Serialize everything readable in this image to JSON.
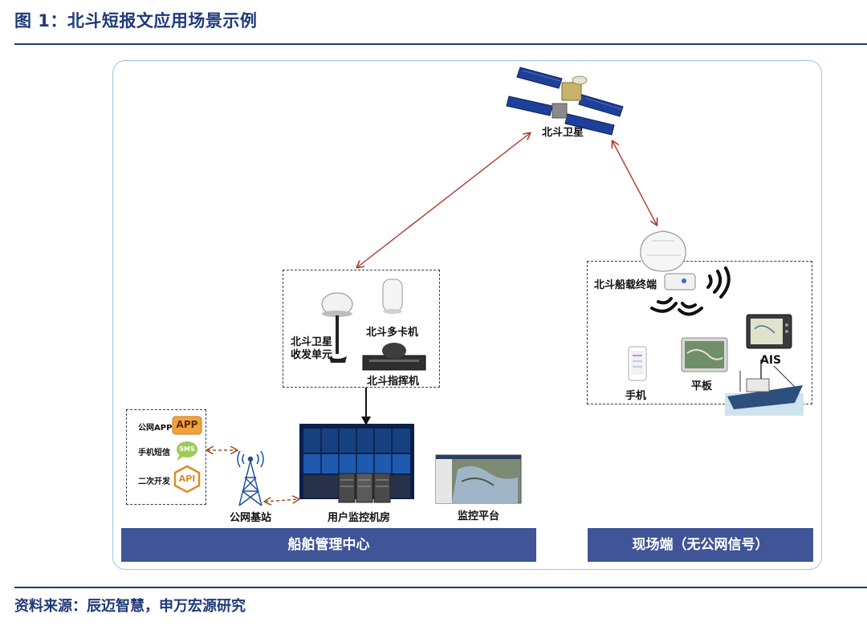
{
  "figure": {
    "title": "图 1：北斗短报文应用场景示例",
    "source": "资料来源：辰迈智慧，申万宏源研究"
  },
  "satellite": {
    "label": "北斗卫星"
  },
  "ground_station": {
    "transceiver_label": "北斗卫星收发单元",
    "multicard_label": "北斗多卡机",
    "commander_label": "北斗指挥机"
  },
  "management": {
    "banner": "船舶管理中心",
    "channels": [
      {
        "label": "公网APP",
        "badge": "APP"
      },
      {
        "label": "手机短信",
        "badge": "SMS"
      },
      {
        "label": "二次开发",
        "badge": "API"
      }
    ],
    "base_station_label": "公网基站",
    "server_room_label": "用户监控机房",
    "platform_label": "监控平台"
  },
  "field": {
    "banner": "现场端（无公网信号）",
    "terminal_label": "北斗船载终端",
    "phone_label": "手机",
    "tablet_label": "平板",
    "ais_label": "AIS"
  },
  "colors": {
    "accent": "#1f3a7a",
    "banner": "#3f5597",
    "arrow_red": "#b03a2e",
    "arrow_brown": "#a0522d",
    "frame_border": "#9fc6e4",
    "badge_orange": "#f2a23c",
    "badge_green": "#9ccc55"
  }
}
